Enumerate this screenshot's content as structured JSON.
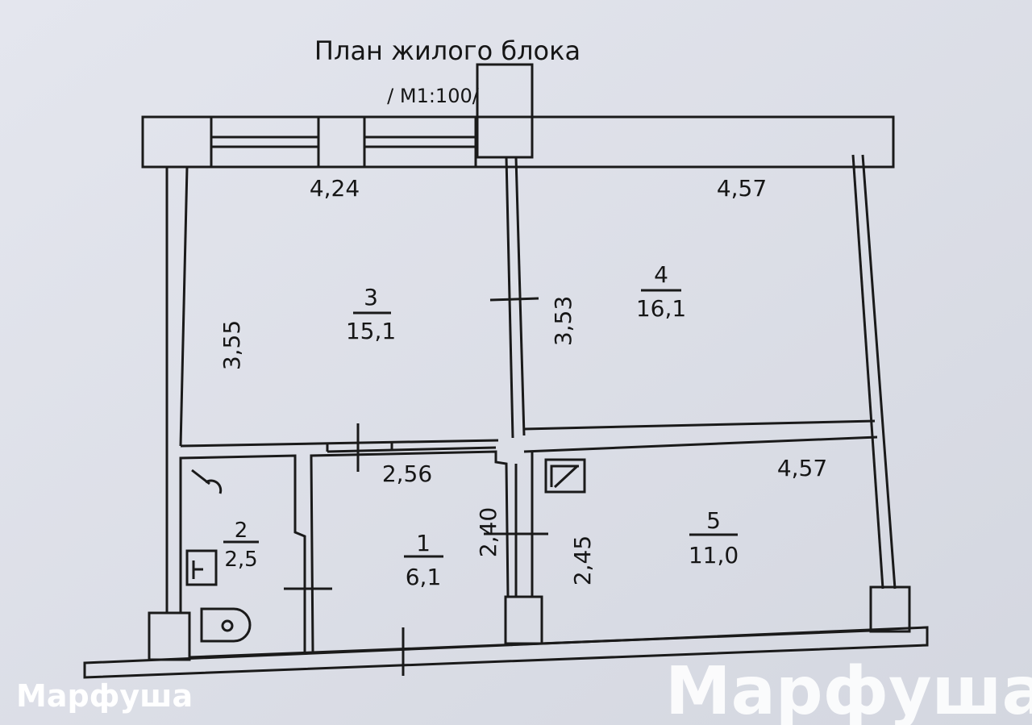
{
  "title": "План жилого блока",
  "scale": "/ М1:100/",
  "rooms": [
    {
      "number": "1",
      "area": "6,1"
    },
    {
      "number": "2",
      "area": "2,5"
    },
    {
      "number": "3",
      "area": "15,1"
    },
    {
      "number": "4",
      "area": "16,1"
    },
    {
      "number": "5",
      "area": "11,0"
    }
  ],
  "dimensions": {
    "room3_width": "4,24",
    "room3_height": "3,55",
    "room4_width": "4,57",
    "room4_height": "3,53",
    "room1_width": "2,56",
    "room1_height": "2,40",
    "room5_width": "4,57",
    "room5_height": "2,45"
  },
  "watermark": "Марфуша"
}
